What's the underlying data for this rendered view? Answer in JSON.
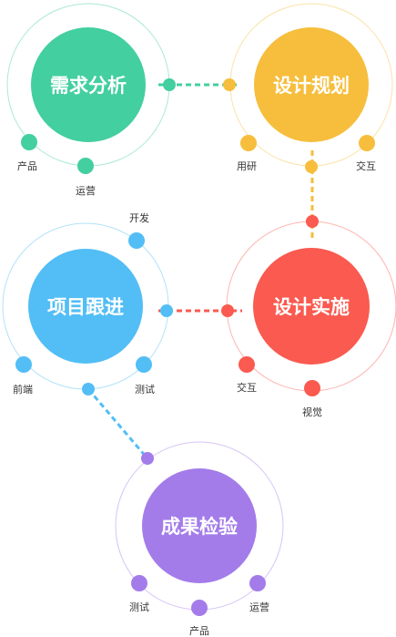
{
  "stages": [
    {
      "id": "requirements",
      "title": "需求分析",
      "color": "#43CF9F",
      "satellites": [
        "产品",
        "运营"
      ]
    },
    {
      "id": "design-planning",
      "title": "设计规划",
      "color": "#F6BE3C",
      "satellites": [
        "用研",
        "交互"
      ]
    },
    {
      "id": "design-implementation",
      "title": "设计实施",
      "color": "#FA5A4F",
      "satellites": [
        "交互",
        "视觉"
      ]
    },
    {
      "id": "project-tracking",
      "title": "项目跟进",
      "color": "#52BEF5",
      "satellites": [
        "开发",
        "测试",
        "前端"
      ]
    },
    {
      "id": "result-verification",
      "title": "成果检验",
      "color": "#A37CEA",
      "satellites": [
        "测试",
        "产品",
        "运营"
      ]
    }
  ]
}
